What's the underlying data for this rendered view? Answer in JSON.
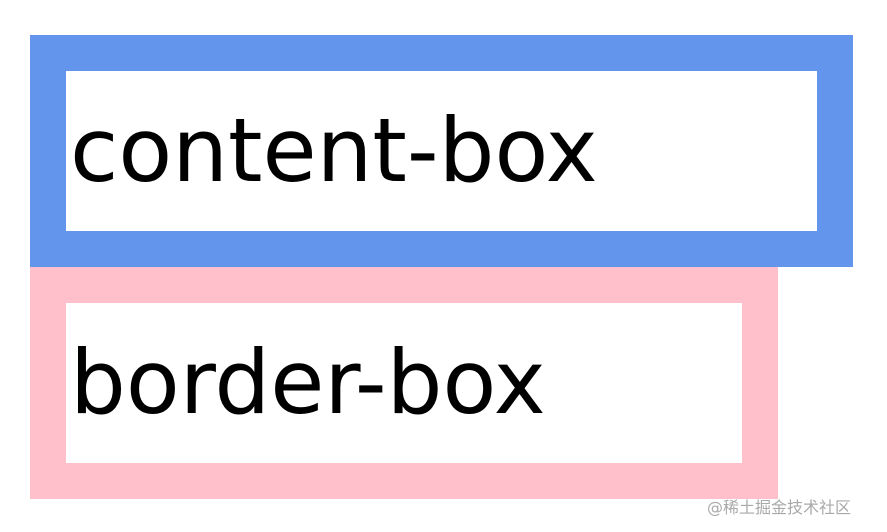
{
  "boxes": {
    "content_box": {
      "label": "content-box",
      "border_color": "#6495ED"
    },
    "border_box": {
      "label": "border-box",
      "border_color": "#FFC0CB"
    }
  },
  "watermark": "@稀土掘金技术社区"
}
